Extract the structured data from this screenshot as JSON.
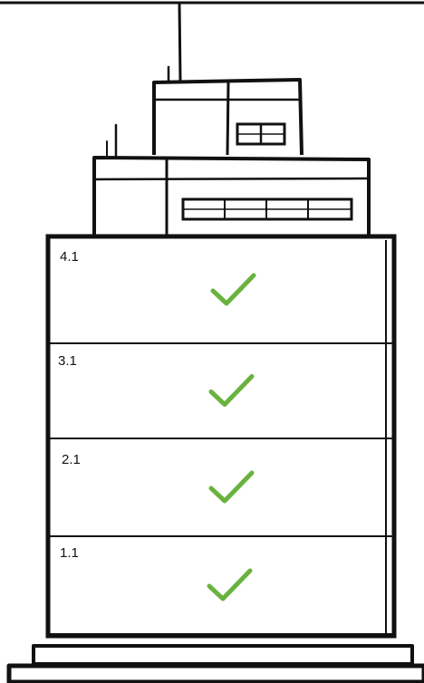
{
  "building": {
    "floors": [
      {
        "label": "4.1",
        "status": "completed",
        "status_icon": "checkmark-icon"
      },
      {
        "label": "3.1",
        "status": "completed",
        "status_icon": "checkmark-icon"
      },
      {
        "label": "2.1",
        "status": "completed",
        "status_icon": "checkmark-icon"
      },
      {
        "label": "1.1",
        "status": "completed",
        "status_icon": "checkmark-icon"
      }
    ]
  },
  "colors": {
    "outline": "#111111",
    "check": "#6ab23f",
    "background": "#ffffff"
  }
}
